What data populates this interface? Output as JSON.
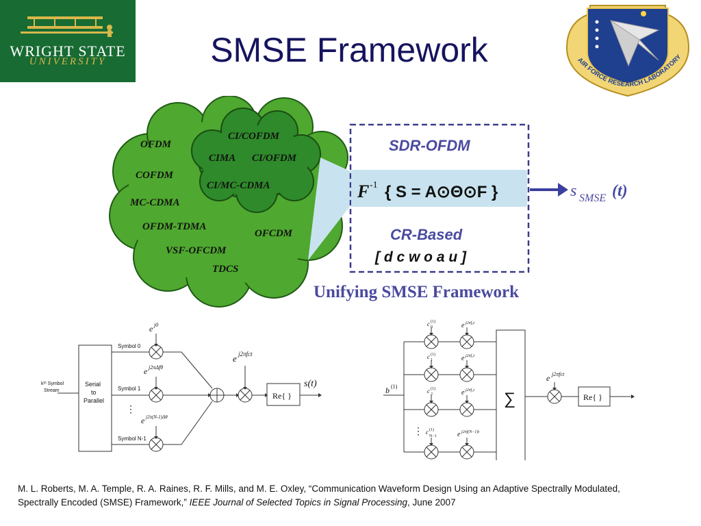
{
  "slide": {
    "title": "SMSE Framework"
  },
  "logos": {
    "left": {
      "line1": "WRIGHT STATE",
      "line2": "UNIVERSITY"
    },
    "right": {
      "ring_text": "AIR FORCE RESEARCH LABORATORY"
    }
  },
  "cloud": {
    "outer_items": [
      "OFDM",
      "COFDM",
      "MC-CDMA",
      "OFDM-TDMA",
      "VSF-OFCDM",
      "TDCS",
      "OFCDM"
    ],
    "inner_items": [
      "CI/COFDM",
      "CIMA",
      "CI/OFDM",
      "CI/MC-CDMA"
    ]
  },
  "framework": {
    "top_label": "SDR-OFDM",
    "formula_prefix": "F",
    "formula_sup": "-1",
    "formula_body": "{ S = A⊙Θ⊙F }",
    "bottom_label": "CR-Based",
    "params": "[ d  c  w  o  a  u ]",
    "output": "s",
    "output_sub": "SMSE",
    "output_arg": "(t)",
    "caption": "Unifying SMSE Framework"
  },
  "diagram_left": {
    "input_label_1": "kᵗʰ Symbol",
    "input_label_2": "Stream",
    "sp_line1": "Serial",
    "sp_line2": "to",
    "sp_line3": "Parallel",
    "symbol0": "Symbol 0",
    "symbol1": "Symbol 1",
    "symbolN": "Symbol N-1",
    "exp0": "e",
    "exp0_sup": "j0",
    "exp1": "e",
    "exp1_sup": "j2πΔfθ",
    "expN": "e",
    "expN_sup": "j2π(N-1)Δθ",
    "carrier": "e",
    "carrier_sup": "j2πfᴄt",
    "re_box": "Re{ }",
    "output": "s(t)"
  },
  "diagram_right": {
    "input": "b",
    "input_sup": "(1)",
    "c0": "c",
    "c0_sub": "0",
    "c1": "c",
    "c1_sub": "1",
    "c2": "c",
    "c2_sub": "2",
    "cN": "c",
    "cN_sub": "N−1",
    "c_sup": "(1)",
    "e0_sup": "j2πf₀t",
    "e1_sup": "j2πf₁t",
    "e2_sup": "j2πf₂t",
    "eN_sup": "j2πf(N−1)t",
    "e_base": "e",
    "sum": "∑",
    "carrier_sup": "j2πfᴄt",
    "re_box": "Re{ }"
  },
  "citation": {
    "authors": "M. L. Roberts, M. A. Temple, R. A. Raines, R. F. Mills, and M. E. Oxley, “Communication Waveform Design Using an Adaptive Spectrally Modulated,",
    "line2_a": "Spectrally Encoded (SMSE) Framework,” ",
    "journal": "IEEE Journal of Selected Topics in Signal Processing",
    "line2_b": ", June 2007"
  },
  "colors": {
    "title": "#16145e",
    "wsu_green": "#176b33",
    "cloud_green": "#4fa82f",
    "box_fill": "#c8e3ef",
    "dash_border": "#3a3a8c",
    "arrow": "#3b3f9e"
  }
}
